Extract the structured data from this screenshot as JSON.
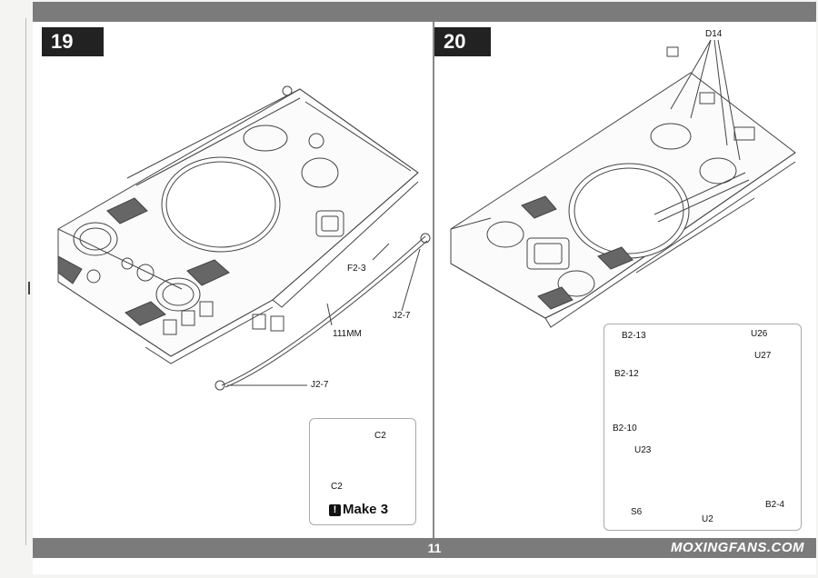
{
  "steps": {
    "left": "19",
    "right": "20"
  },
  "left_labels": {
    "f2_3": "F2-3",
    "j2_7_upper": "J2-7",
    "length_111": "111MM",
    "j2_7_lower": "J2-7"
  },
  "left_inset": {
    "c2_top": "C2",
    "c2_bottom": "C2",
    "make_text": "Make 3",
    "make_icon": "!"
  },
  "right_labels": {
    "d14": "D14"
  },
  "right_inset": {
    "b2_13": "B2-13",
    "u26": "U26",
    "u27": "U27",
    "b2_12": "B2-12",
    "b2_10": "B2-10",
    "u23": "U23",
    "b2_4": "B2-4",
    "s6": "S6",
    "u2": "U2"
  },
  "footer": {
    "page_number": "11",
    "watermark": "MOXINGFANS.COM"
  }
}
